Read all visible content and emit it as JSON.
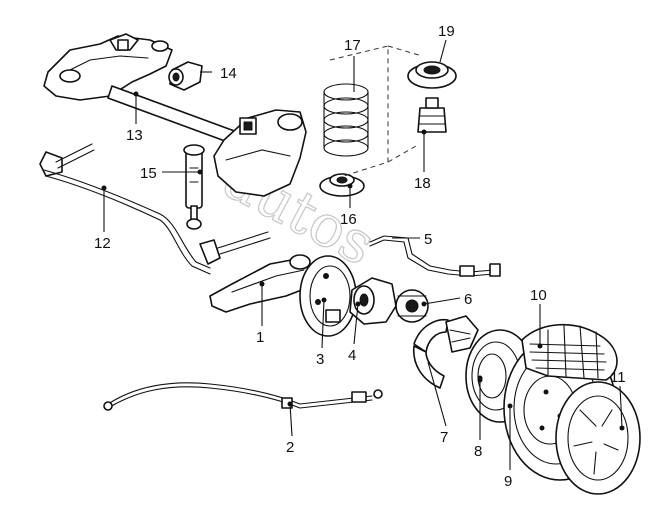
{
  "diagram": {
    "watermark": "autos",
    "callouts": [
      {
        "id": "1",
        "label": "1"
      },
      {
        "id": "2",
        "label": "2"
      },
      {
        "id": "3",
        "label": "3"
      },
      {
        "id": "4",
        "label": "4"
      },
      {
        "id": "5",
        "label": "5"
      },
      {
        "id": "6",
        "label": "6"
      },
      {
        "id": "7",
        "label": "7"
      },
      {
        "id": "8",
        "label": "8"
      },
      {
        "id": "9",
        "label": "9"
      },
      {
        "id": "10",
        "label": "10"
      },
      {
        "id": "11",
        "label": "11"
      },
      {
        "id": "12",
        "label": "12"
      },
      {
        "id": "13",
        "label": "13"
      },
      {
        "id": "14",
        "label": "14"
      },
      {
        "id": "15",
        "label": "15"
      },
      {
        "id": "16",
        "label": "16"
      },
      {
        "id": "17",
        "label": "17"
      },
      {
        "id": "18",
        "label": "18"
      },
      {
        "id": "19",
        "label": "19"
      }
    ]
  }
}
